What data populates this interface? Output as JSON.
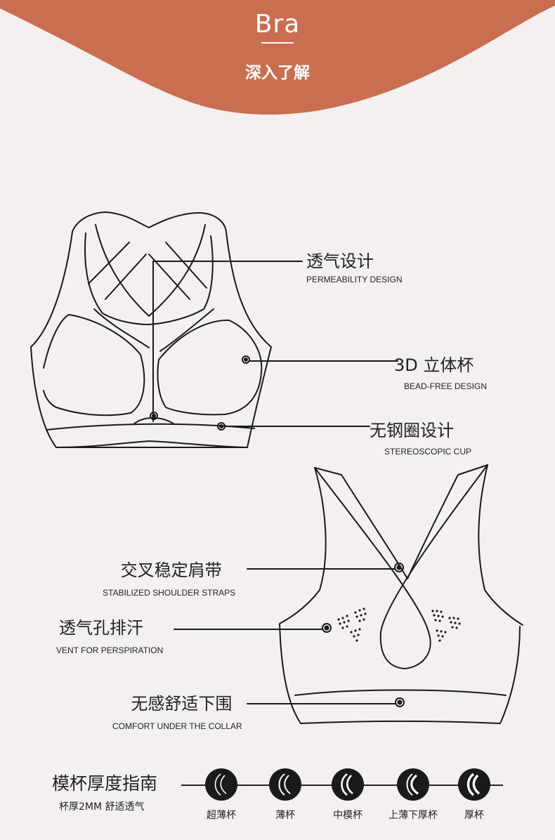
{
  "header": {
    "brand": "Bra",
    "subtitle": "深入了解",
    "colors": {
      "banner": "#c96e50",
      "background": "#f3f0ef",
      "ink": "#222222"
    }
  },
  "front_features": [
    {
      "cn": "透气设计",
      "en": "PERMEABILITY DESIGN"
    },
    {
      "cn": "3D 立体杯",
      "en": "BEAD-FREE DESIGN"
    },
    {
      "cn": "无钢圈设计",
      "en": "STEREOSCOPIC CUP"
    }
  ],
  "back_features": [
    {
      "cn": "交叉稳定肩带",
      "en": "STABILIZED SHOULDER STRAPS"
    },
    {
      "cn": "透气孔排汗",
      "en": "VENT FOR PERSPIRATION"
    },
    {
      "cn": "无感舒适下围",
      "en": "COMFORT UNDER THE COLLAR"
    }
  ],
  "cup_guide": {
    "title": "模杯厚度指南",
    "subtitle": "杯厚2MM 舒适透气",
    "levels": [
      "超薄杯",
      "薄杯",
      "中模杯",
      "上薄下厚杯",
      "厚杯"
    ]
  }
}
